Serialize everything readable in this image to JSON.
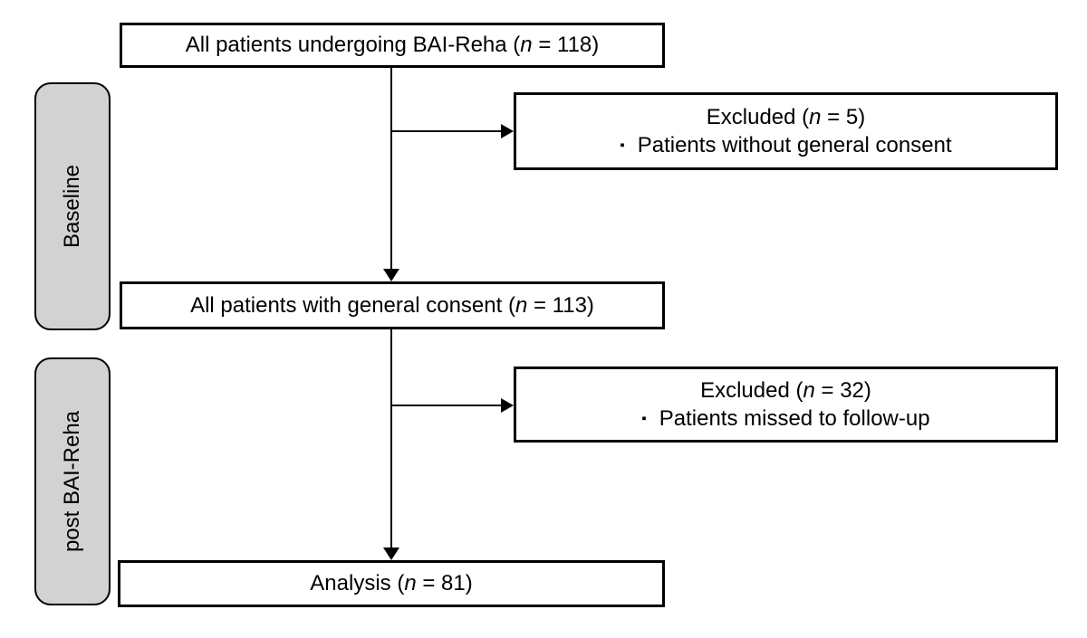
{
  "colors": {
    "stage_fill": "#d2d2d2",
    "line": "#000000",
    "box_background": "#ffffff"
  },
  "stages": [
    {
      "label": "Baseline"
    },
    {
      "label": "post BAI-Reha"
    }
  ],
  "flow": {
    "enrollment": {
      "pre": "All patients undergoing BAI-Reha (",
      "n": "n",
      "post": " = 118)"
    },
    "excluded_baseline": {
      "title_pre": "Excluded (",
      "n": "n",
      "title_post": " = 5)",
      "bullet": "▪",
      "reason": "Patients without general consent"
    },
    "consent": {
      "pre": "All patients with general consent (",
      "n": "n",
      "post": " = 113)"
    },
    "excluded_followup": {
      "title_pre": "Excluded (",
      "n": "n",
      "title_post": " = 32)",
      "bullet": "▪",
      "reason": "Patients missed to follow-up"
    },
    "analysis": {
      "pre": "Analysis (",
      "n": "n",
      "post": " = 81)"
    }
  }
}
